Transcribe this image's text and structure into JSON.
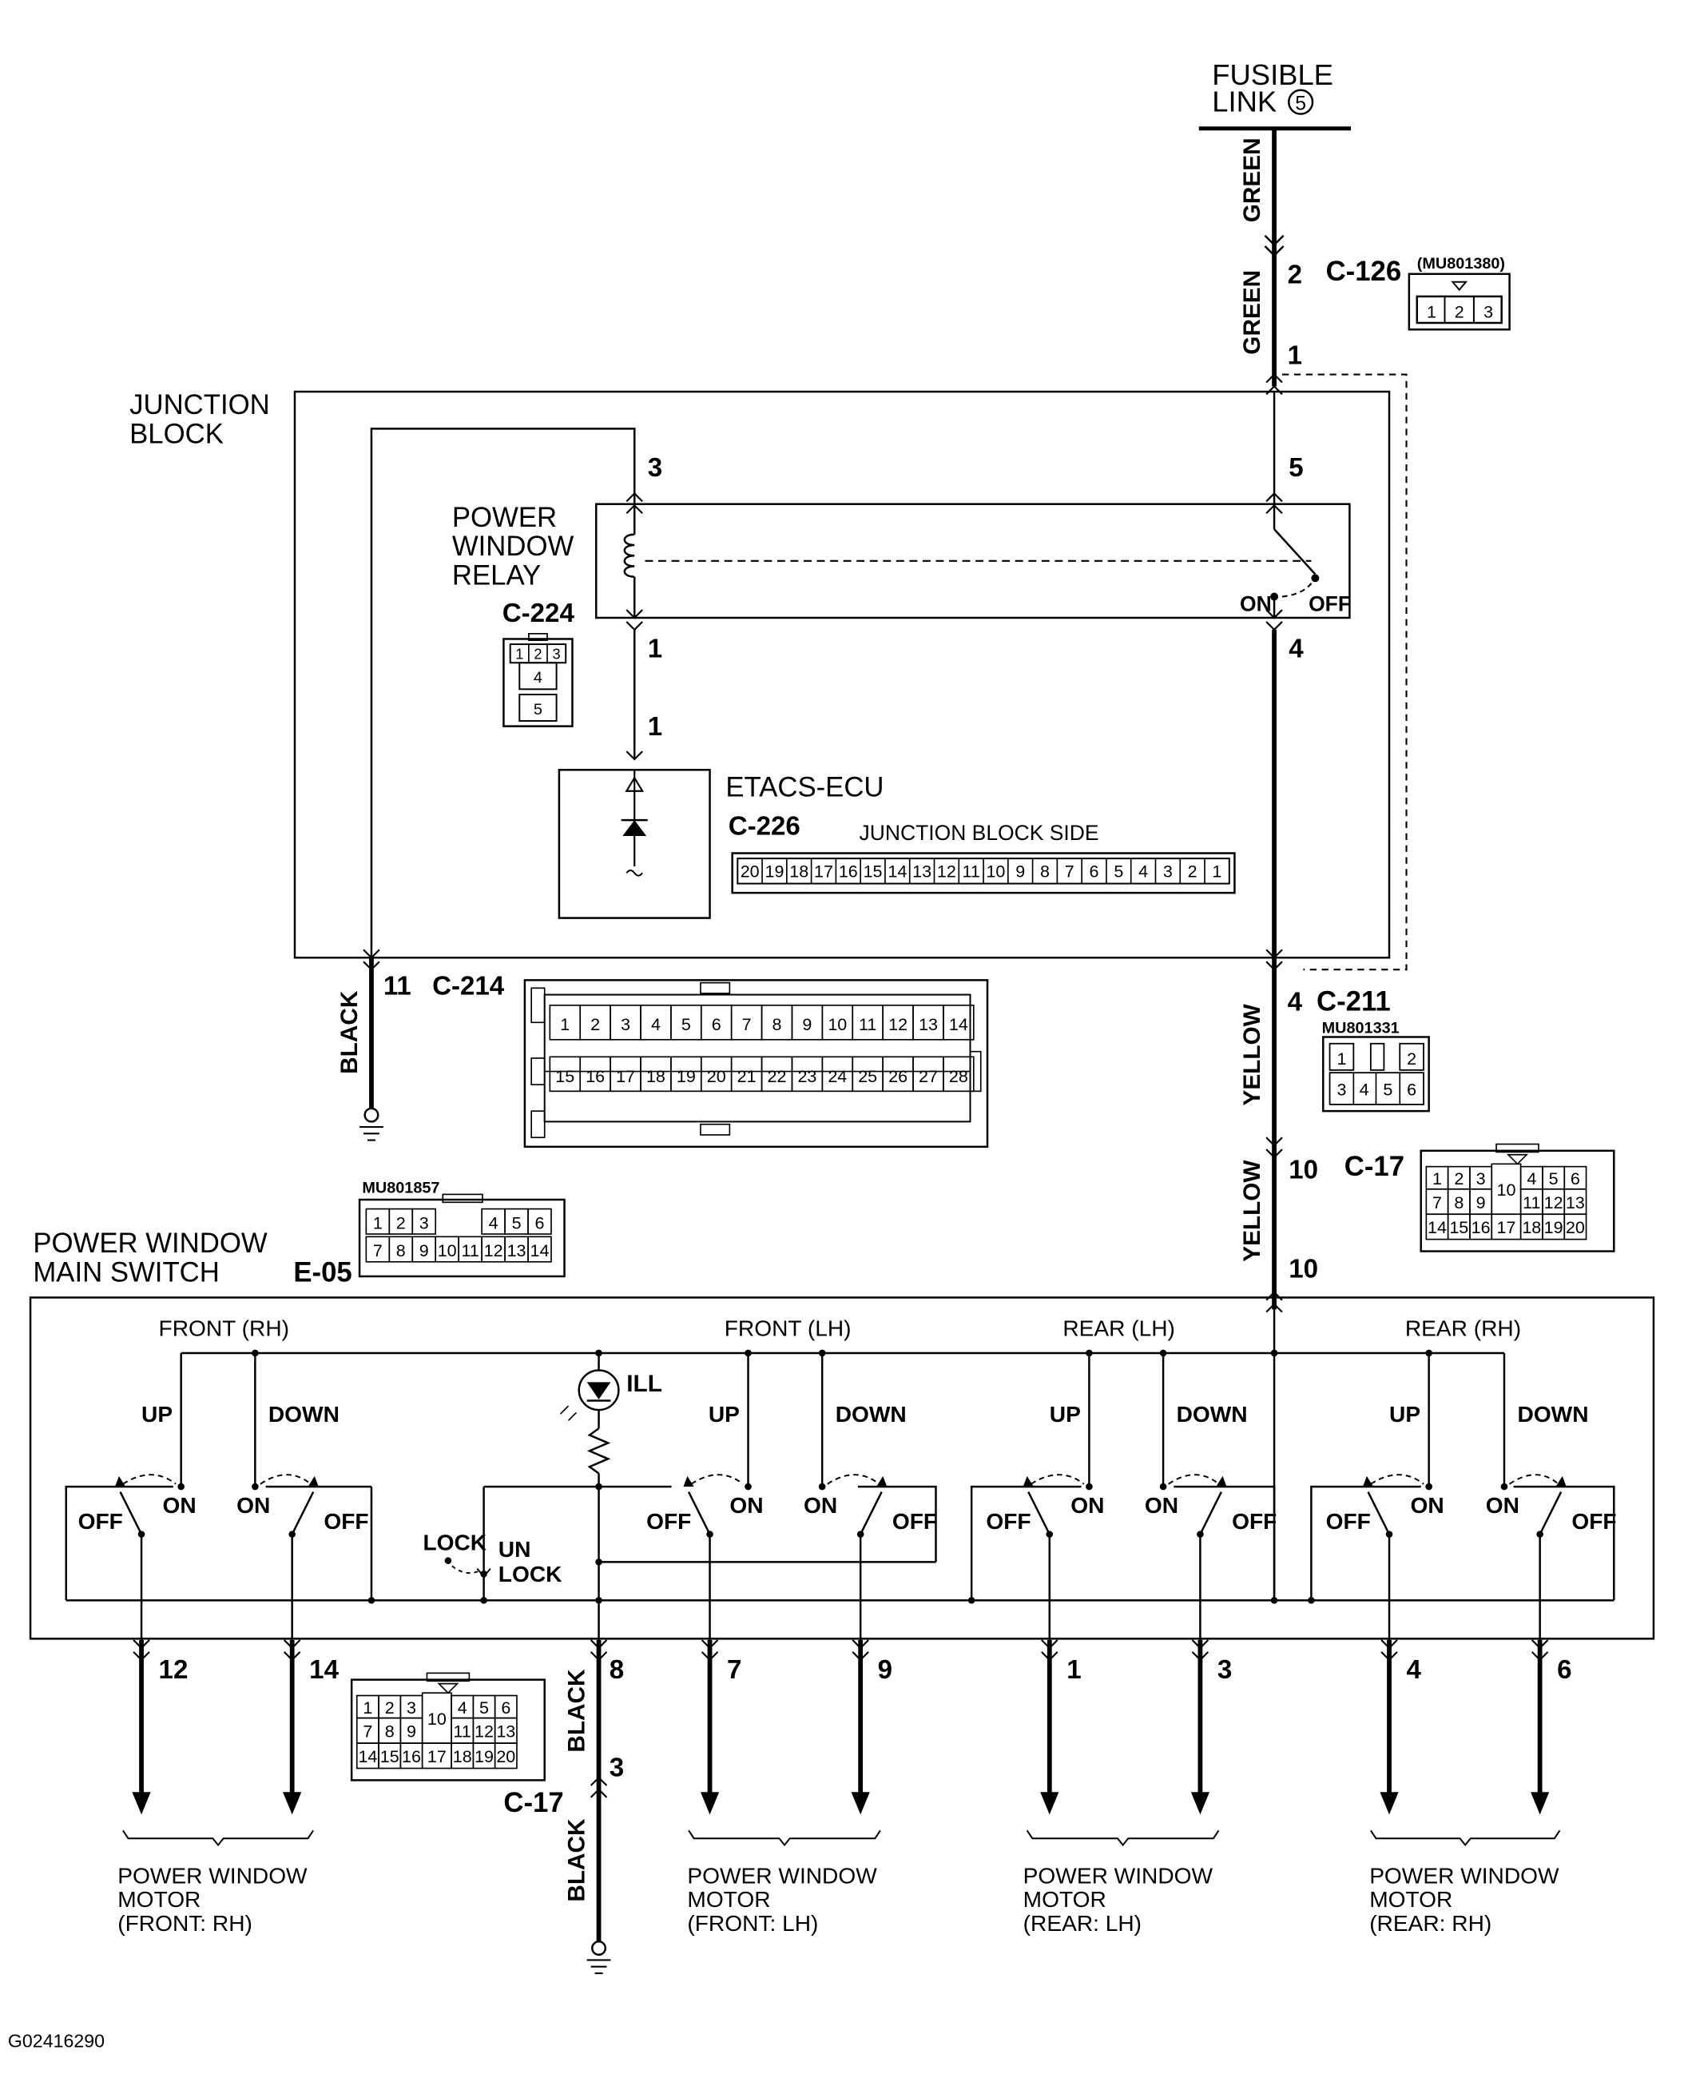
{
  "fusible_link": {
    "line1": "FUSIBLE",
    "line2": "LINK",
    "number": "5"
  },
  "wire_colors": {
    "green": "GREEN",
    "yellow": "YELLOW",
    "black": "BLACK"
  },
  "connectors": {
    "c126": {
      "code": "C-126",
      "part": "(MU801380)",
      "pin_in": "2",
      "pin_out": "1",
      "pins": [
        "1",
        "2",
        "3"
      ]
    },
    "c224": {
      "code": "C-224",
      "pins": [
        "1",
        "2",
        "3",
        "4",
        "5"
      ]
    },
    "c226": {
      "code": "C-226",
      "side": "JUNCTION BLOCK SIDE",
      "pins": [
        "20",
        "19",
        "18",
        "17",
        "16",
        "15",
        "14",
        "13",
        "12",
        "11",
        "10",
        "9",
        "8",
        "7",
        "6",
        "5",
        "4",
        "3",
        "2",
        "1"
      ]
    },
    "c214": {
      "code": "C-214",
      "pin": "11",
      "pins": [
        "1",
        "2",
        "3",
        "4",
        "5",
        "6",
        "7",
        "8",
        "9",
        "10",
        "11",
        "12",
        "13",
        "14",
        "15",
        "16",
        "17",
        "18",
        "19",
        "20",
        "21",
        "22",
        "23",
        "24",
        "25",
        "26",
        "27",
        "28"
      ]
    },
    "c211": {
      "code": "C-211",
      "part": "MU801331",
      "pin": "4",
      "pins": [
        "1",
        "2",
        "3",
        "4",
        "5",
        "6"
      ]
    },
    "c17": {
      "code": "C-17",
      "pin_in": "10",
      "pin_ground": "3",
      "pins": [
        "1",
        "2",
        "3",
        "10",
        "4",
        "5",
        "6",
        "7",
        "8",
        "9",
        "11",
        "12",
        "13",
        "14",
        "15",
        "16",
        "17",
        "18",
        "19",
        "20"
      ]
    },
    "e05": {
      "code": "E-05",
      "part": "MU801857",
      "pins": [
        "1",
        "2",
        "3",
        "4",
        "5",
        "6",
        "7",
        "8",
        "9",
        "10",
        "11",
        "12",
        "13",
        "14"
      ]
    }
  },
  "junction_block": {
    "line1": "JUNCTION",
    "line2": "BLOCK"
  },
  "relay": {
    "line1": "POWER",
    "line2": "WINDOW",
    "line3": "RELAY",
    "pin3": "3",
    "pin5": "5",
    "pin1": "1",
    "pin4": "4",
    "on": "ON",
    "off": "OFF"
  },
  "ecu": {
    "name": "ETACS-ECU",
    "pin": "1"
  },
  "main_switch": {
    "line1": "POWER WINDOW",
    "line2": "MAIN SWITCH",
    "pin_in": "10",
    "ill": "ILL",
    "lock": "LOCK",
    "unlock1": "UN",
    "unlock2": "LOCK",
    "groups": [
      {
        "title": "FRONT (RH)",
        "up": "UP",
        "down": "DOWN",
        "off": "OFF",
        "on": "ON",
        "pin_a": "12",
        "pin_b": "14"
      },
      {
        "title": "FRONT (LH)",
        "up": "UP",
        "down": "DOWN",
        "off": "OFF",
        "on": "ON",
        "pin_a": "7",
        "pin_b": "9"
      },
      {
        "title": "REAR (LH)",
        "up": "UP",
        "down": "DOWN",
        "off": "OFF",
        "on": "ON",
        "pin_a": "1",
        "pin_b": "3"
      },
      {
        "title": "REAR (RH)",
        "up": "UP",
        "down": "DOWN",
        "off": "OFF",
        "on": "ON",
        "pin_a": "4",
        "pin_b": "6"
      }
    ],
    "pin_ground": "8"
  },
  "motors": [
    {
      "line1": "POWER WINDOW",
      "line2": "MOTOR",
      "line3": "(FRONT: RH)"
    },
    {
      "line1": "POWER WINDOW",
      "line2": "MOTOR",
      "line3": "(FRONT: LH)"
    },
    {
      "line1": "POWER WINDOW",
      "line2": "MOTOR",
      "line3": "(REAR: LH)"
    },
    {
      "line1": "POWER WINDOW",
      "line2": "MOTOR",
      "line3": "(REAR: RH)"
    }
  ],
  "figure_id": "G02416290"
}
